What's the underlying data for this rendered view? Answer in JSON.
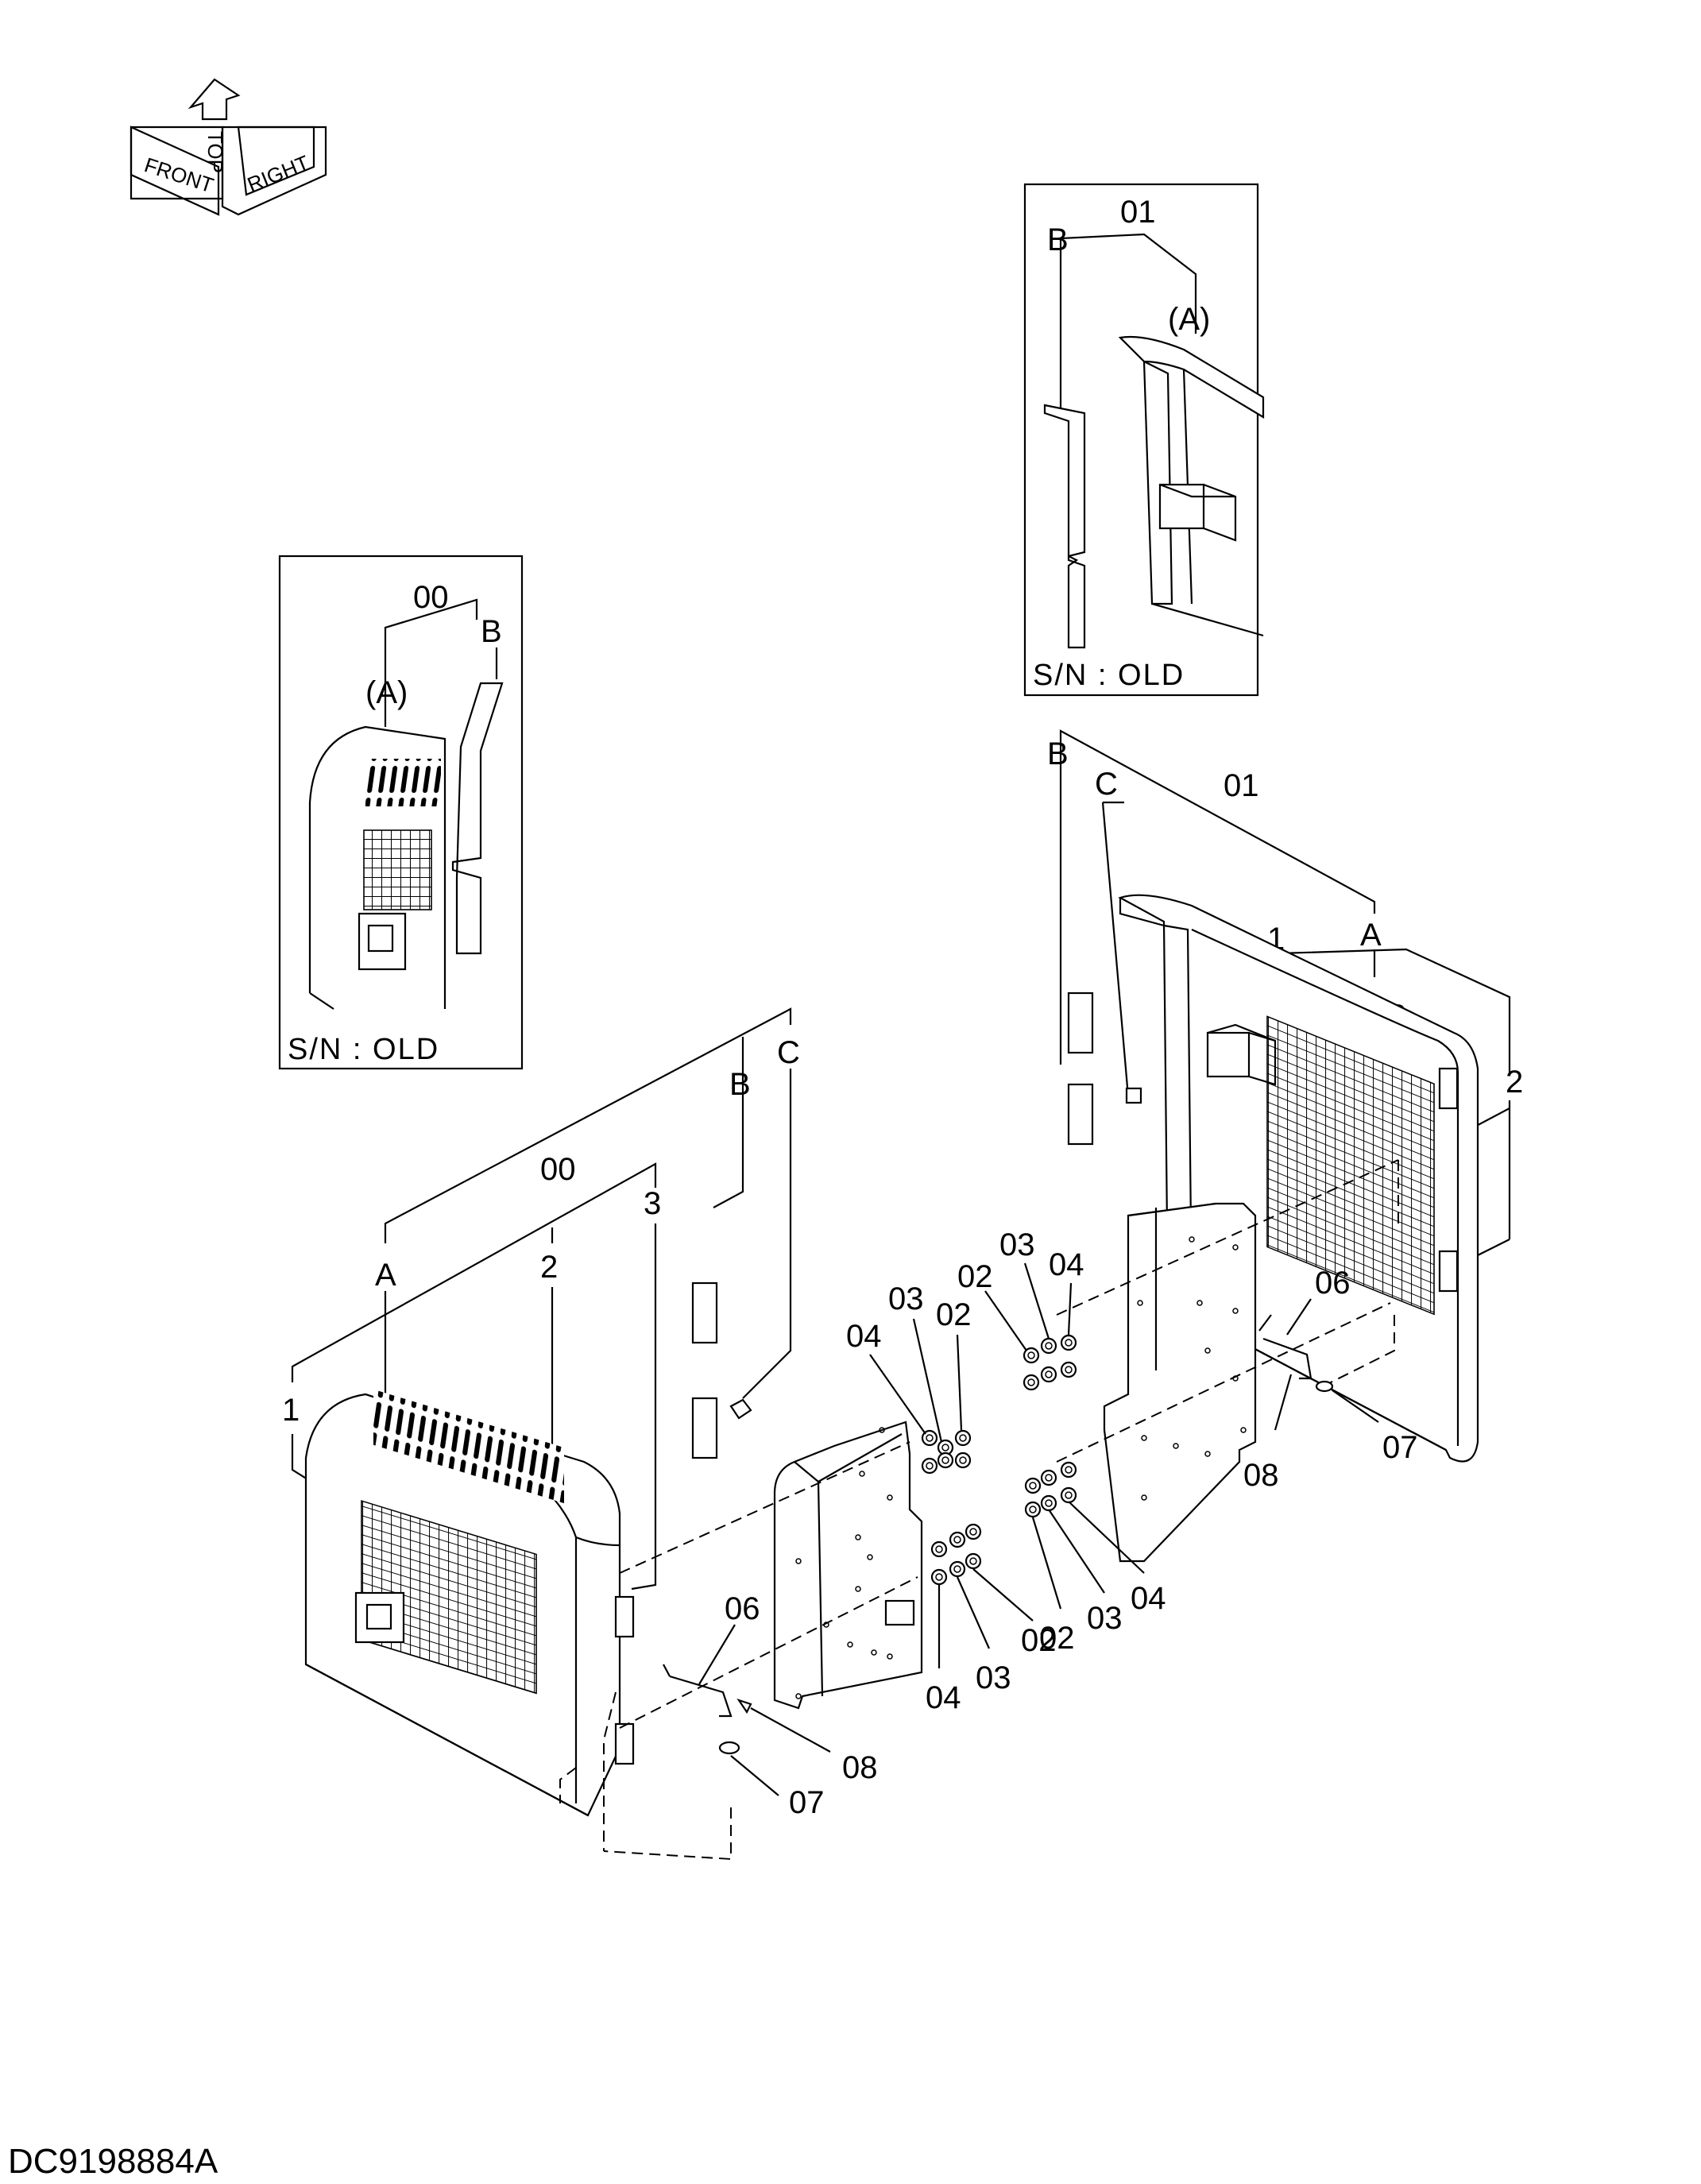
{
  "drawing_code": "DC9198884A",
  "orientation": {
    "top": "TOP",
    "front": "FRONT",
    "right": "RIGHT"
  },
  "inset_left": {
    "sn": "S/N : OLD",
    "labels": {
      "assy": "00",
      "cover": "(A)",
      "b": "B"
    }
  },
  "inset_right": {
    "sn": "S/N : OLD",
    "labels": {
      "assy": "01",
      "cover": "(A)",
      "b": "B"
    }
  },
  "labels": {
    "left_assy": "00",
    "left_b": "B",
    "left_c": "C",
    "left_a": "A",
    "left_1": "1",
    "left_2": "2",
    "left_3": "3",
    "right_assy": "01",
    "right_b": "B",
    "right_c": "C",
    "right_a": "A",
    "right_1": "1",
    "right_2": "2",
    "right_3": "3",
    "l_04a": "04",
    "l_03a": "03",
    "l_02a": "02",
    "l_02b": "02",
    "l_03b": "03",
    "l_04b": "04",
    "l_06": "06",
    "l_07": "07",
    "l_08": "08",
    "r_02a": "02",
    "r_03a": "03",
    "r_04a": "04",
    "r_02b": "02",
    "r_03b": "03",
    "r_04b": "04",
    "r_06": "06",
    "r_07": "07",
    "r_08": "08"
  }
}
